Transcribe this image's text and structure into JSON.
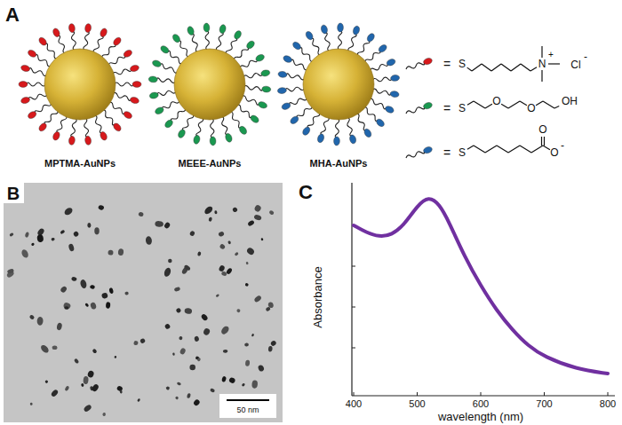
{
  "diagram": {
    "labels": [
      "A",
      "MPTMA-AuNPs",
      "MEEE-AuNPs",
      "MHA-AuNPs",
      "=",
      "S",
      "N",
      "+",
      "Cl",
      "-",
      "=",
      "S",
      "O",
      "O",
      "OH",
      "=",
      "S",
      "O",
      "O",
      "-",
      "B",
      "50 nm",
      "C",
      "Absorbance",
      "wavelength (nm)",
      "400",
      "500",
      "600",
      "700",
      "800"
    ]
  }
}
